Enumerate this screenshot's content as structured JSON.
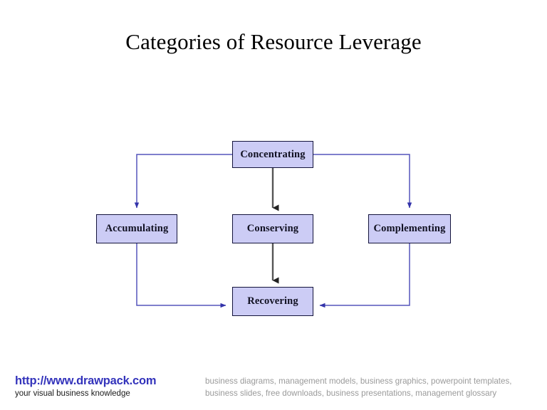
{
  "slide": {
    "title": "Categories of Resource Leverage",
    "background_color": "#ffffff"
  },
  "diagram": {
    "type": "flowchart",
    "node_fill_color": "#ccccf5",
    "node_border_color": "#14143c",
    "side_connector_color": "#5555bb",
    "center_connector_color": "#555555",
    "nodes": [
      {
        "id": "concentrating",
        "label": "Concentrating"
      },
      {
        "id": "accumulating",
        "label": "Accumulating"
      },
      {
        "id": "conserving",
        "label": "Conserving"
      },
      {
        "id": "complementing",
        "label": "Complementing"
      },
      {
        "id": "recovering",
        "label": "Recovering"
      }
    ],
    "connections": [
      {
        "from": "concentrating",
        "to": "accumulating",
        "style": "elbow-left",
        "color": "#5555bb"
      },
      {
        "from": "concentrating",
        "to": "conserving",
        "style": "straight-down",
        "color": "#555555"
      },
      {
        "from": "concentrating",
        "to": "complementing",
        "style": "elbow-right",
        "color": "#5555bb"
      },
      {
        "from": "conserving",
        "to": "recovering",
        "style": "straight-down",
        "color": "#555555"
      },
      {
        "from": "accumulating",
        "to": "recovering",
        "style": "elbow-down-right",
        "color": "#5555bb"
      },
      {
        "from": "complementing",
        "to": "recovering",
        "style": "elbow-down-left",
        "color": "#5555bb"
      }
    ]
  },
  "footer": {
    "url": "http://www.drawpack.com",
    "tagline": "your visual business knowledge",
    "keywords": "business diagrams, management models, business graphics, powerpoint templates, business slides, free downloads, business presentations, management glossary",
    "url_color": "#3333bb",
    "keywords_color": "#9a9a9a"
  }
}
